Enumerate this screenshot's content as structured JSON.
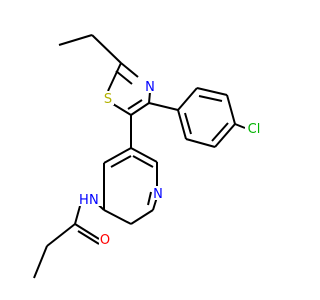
{
  "molecule": {
    "atoms": [
      {
        "id": "N_thiazole",
        "symbol": "N",
        "color": "#0000ff"
      },
      {
        "id": "S_thiazole",
        "symbol": "S",
        "color": "#b2b200"
      },
      {
        "id": "Cl",
        "symbol": "Cl",
        "color": "#00b300"
      },
      {
        "id": "N_pyridine",
        "symbol": "N",
        "color": "#0000ff"
      },
      {
        "id": "NH_amide",
        "symbol": "N",
        "color": "#0000ff"
      },
      {
        "id": "H_amide",
        "symbol": "H",
        "color": "#0000ff"
      },
      {
        "id": "O_carbonyl",
        "symbol": "O",
        "color": "#ff0000"
      }
    ]
  }
}
